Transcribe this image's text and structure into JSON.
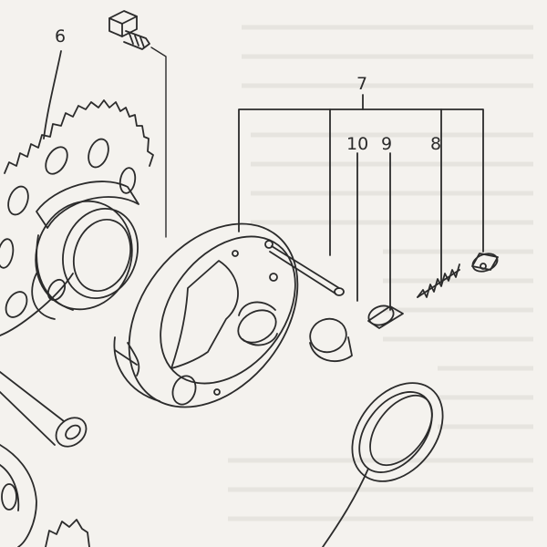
{
  "callouts": {
    "gear": "6",
    "assembly": "7",
    "part_10": "10",
    "part_9": "9",
    "part_8": "8"
  },
  "colors": {
    "paper": "#f4f2ee",
    "ink": "#2b2b2b",
    "faint_text": "#d9d6d0"
  }
}
